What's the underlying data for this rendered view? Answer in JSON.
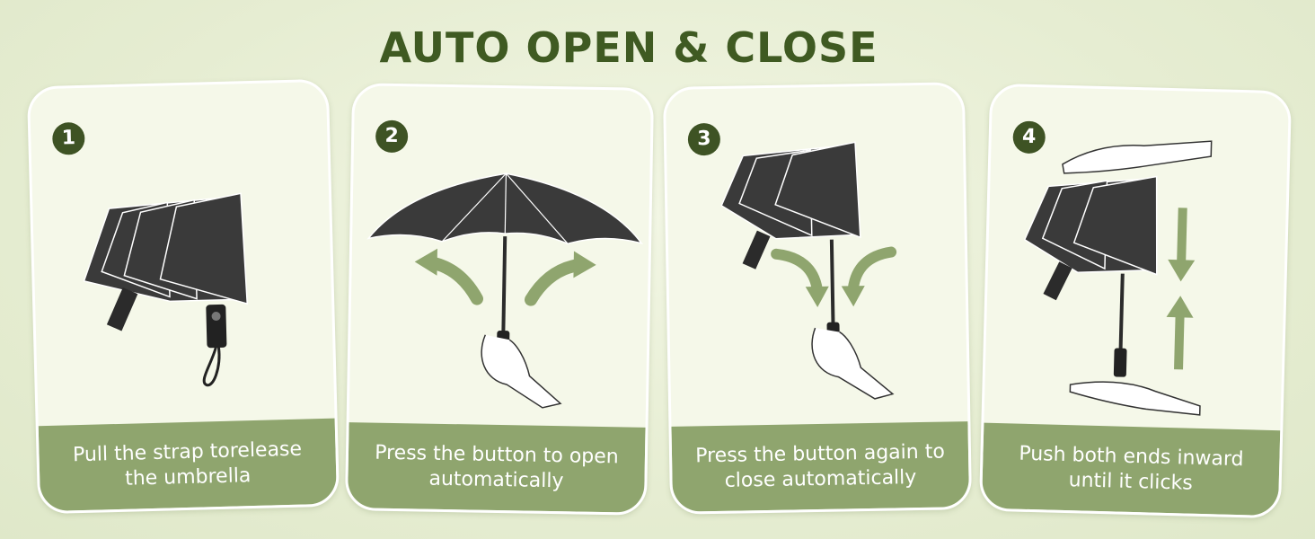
{
  "title": "AUTO OPEN & CLOSE",
  "steps": [
    {
      "number": "1",
      "caption": "Pull the strap torelease the umbrella"
    },
    {
      "number": "2",
      "caption": "Press the button to open automatically"
    },
    {
      "number": "3",
      "caption": "Press the button again to close automatically"
    },
    {
      "number": "4",
      "caption": "Push both ends inward until it clicks"
    }
  ],
  "colors": {
    "accent_dark": "#3e5324",
    "title": "#3f5a22",
    "caption_bg": "#8fa56e",
    "panel_bg": "#f5f8e9",
    "arrow": "#8fa56e",
    "umbrella": "#3a3a3a"
  }
}
